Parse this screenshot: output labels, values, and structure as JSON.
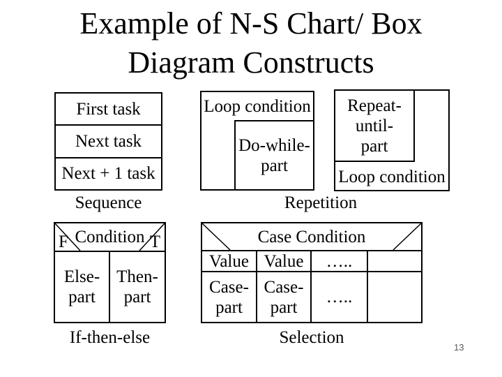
{
  "title": {
    "line1": "Example of N-S Chart/ Box",
    "line2": "Diagram Constructs"
  },
  "diagrams": {
    "sequence": {
      "tasks": [
        "First task",
        "Next task",
        "Next + 1 task"
      ],
      "label": "Sequence"
    },
    "do_while": {
      "condition": "Loop condition",
      "body_line1": "Do-while-",
      "body_line2": "part"
    },
    "repeat_until": {
      "body_line1": "Repeat-",
      "body_line2": "until-",
      "body_line3": "part",
      "condition": "Loop condition"
    },
    "repetition_label": "Repetition",
    "if_then_else": {
      "condition": "Condition",
      "false_branch": "F",
      "true_branch": "T",
      "else_line1": "Else-",
      "else_line2": "part",
      "then_line1": "Then-",
      "then_line2": "part",
      "label": "If-then-else"
    },
    "selection": {
      "condition": "Case Condition",
      "values": [
        "Value",
        "Value",
        "…..",
        ""
      ],
      "case1_line1": "Case-",
      "case1_line2": "part",
      "case2_line1": "Case-",
      "case2_line2": "part",
      "case3": "…..",
      "case4": "",
      "label": "Selection"
    }
  },
  "page_number": "13",
  "colors": {
    "background": "#ffffff",
    "line": "#000000",
    "text": "#000000",
    "page_number": "#595959"
  }
}
